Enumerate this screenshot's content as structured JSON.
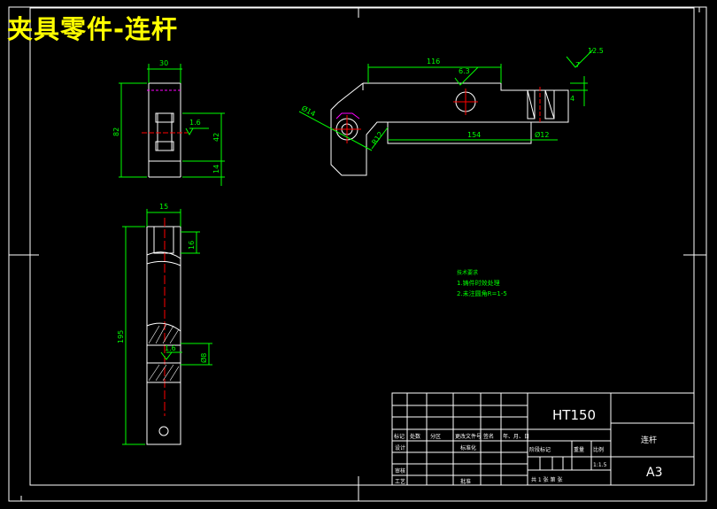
{
  "title": "夹具零件-连杆",
  "drawing": {
    "top_view": {
      "width": "30",
      "height": "82",
      "hole_h": "42",
      "bottom": "14",
      "roughness": "1.6"
    },
    "front_view": {
      "length": "116",
      "roughness_hole": "6.3",
      "roughness_top": "12.5",
      "dim_7": "7",
      "dim_4": "4",
      "hole_dia": "Ø14",
      "angle": "R12",
      "length_154": "154",
      "slot": "Ø12"
    },
    "side_view": {
      "width": "15",
      "top_hole": "16",
      "length": "195",
      "roughness": "1.6",
      "lower_hole": "Ø8"
    },
    "notes": {
      "heading": "技术要求",
      "line1": "1.铸件时效处理",
      "line2": "2.未注圆角R=1-5"
    }
  },
  "title_block": {
    "material": "HT150",
    "part_name": "连杆",
    "sheet_size": "A3",
    "scale": "1:1.5",
    "headers": [
      "标记",
      "处数",
      "分区",
      "更改文件号",
      "签名",
      "年、月、日"
    ],
    "row_design": "设计",
    "row_standard": "标准化",
    "row_review": "审核",
    "row_process": "工艺",
    "row_approve": "批准",
    "stage_mark": "阶段标记",
    "weight": "重量",
    "ratio": "比例",
    "sheets": "共 1 张 第 张"
  }
}
